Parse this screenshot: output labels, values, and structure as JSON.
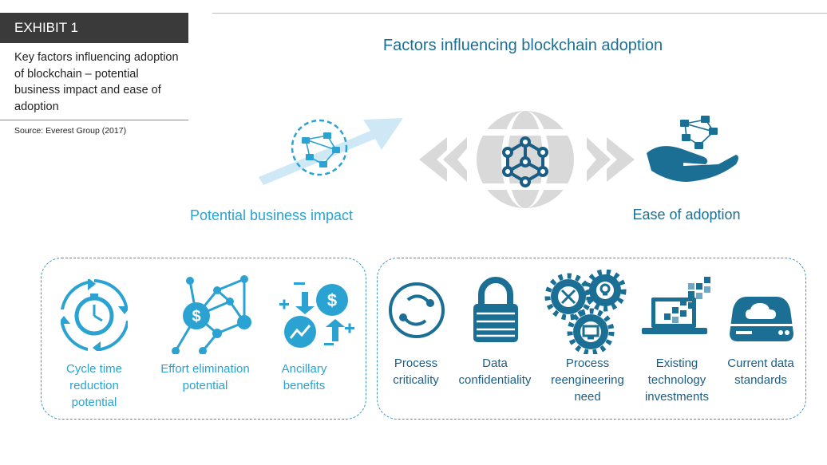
{
  "exhibit": {
    "label": "EXHIBIT 1",
    "subtitle": "Key factors influencing adoption of blockchain – potential business impact and ease of adoption",
    "source": "Source: Everest Group (2017)"
  },
  "diagram": {
    "title": "Factors influencing blockchain adoption",
    "left_label": "Potential business impact",
    "right_label": "Ease of adoption",
    "left_factors": [
      {
        "label": "Cycle time reduction potential",
        "icon": "stopwatch-cycle-icon"
      },
      {
        "label": "Effort elimination potential",
        "icon": "dollar-network-icon"
      },
      {
        "label": "Ancillary benefits",
        "icon": "coins-growth-icon"
      }
    ],
    "right_factors": [
      {
        "label": "Process criticality",
        "icon": "process-cycle-icon"
      },
      {
        "label": "Data confidentiality",
        "icon": "padlock-icon"
      },
      {
        "label": "Process reengineering need",
        "icon": "gears-icon"
      },
      {
        "label": "Existing technology investments",
        "icon": "laptop-pixels-icon"
      },
      {
        "label": "Current data standards",
        "icon": "cloud-storage-icon"
      }
    ]
  },
  "colors": {
    "dark_blue": "#1b6f95",
    "light_blue": "#2aa3d2",
    "pale_blue": "#cfe8f5",
    "gray": "#d9d9d9",
    "header_bg": "#3a3a3a"
  }
}
